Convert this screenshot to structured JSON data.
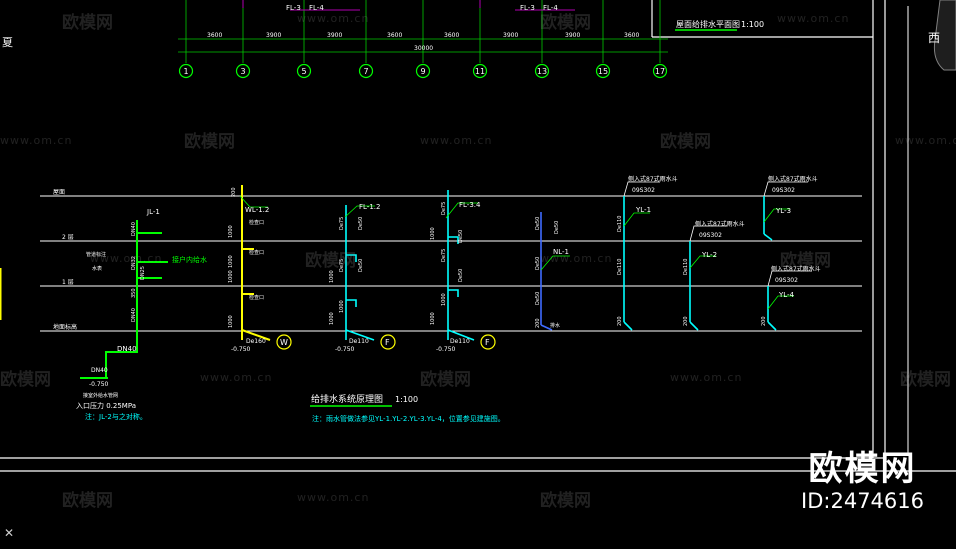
{
  "colors": {
    "background": "#000000",
    "grid_line": "#ffffff",
    "axis_green": "#00ff00",
    "dim_green": "#00c800",
    "pipe_yellow": "#ffff00",
    "pipe_cyan": "#00ffff",
    "pipe_blue": "#3f6bff",
    "label_cyan": "#00ffff",
    "title_white": "#ffffff"
  },
  "top_plan": {
    "tags": [
      "FL-3",
      "FL-4",
      "FL-3",
      "FL-4"
    ],
    "dims": [
      "3600",
      "3900",
      "3900",
      "3600",
      "3600",
      "3900",
      "3900",
      "3600"
    ],
    "total_dim": "30000",
    "axes": [
      "1",
      "3",
      "5",
      "7",
      "9",
      "11",
      "13",
      "15",
      "17"
    ],
    "title": "屋面给排水平面图",
    "scale": "1:100",
    "side_char": "西",
    "left_glyph": "夏"
  },
  "floors": [
    "屋面",
    "2 层",
    "1 层",
    "地面标高"
  ],
  "risers": {
    "jl1": {
      "tag": "JL-1",
      "labels": [
        "DN40",
        "DN32",
        "DN25",
        "350",
        "DN40"
      ],
      "branch_label": "接户内给水",
      "left_note": "管道标注",
      "meter": "水表"
    },
    "wl": {
      "tag": "WL-1.2",
      "labels": [
        "200",
        "1000",
        "1000",
        "1000",
        "1000"
      ],
      "notes": [
        "检查口",
        "检查口",
        "检查口"
      ],
      "bottom": "De160",
      "elev": "-0.750",
      "node": "W"
    },
    "fl12": {
      "tag": "FL-1.2",
      "labels": [
        "De75",
        "De50",
        "De50",
        "De75",
        "1000",
        "1000",
        "1000"
      ],
      "bottom": "De110",
      "elev": "-0.750",
      "node": "F"
    },
    "fl34": {
      "tag": "FL-3.4",
      "labels": [
        "De75",
        "De50",
        "De75",
        "De50",
        "1000",
        "1000",
        "1000"
      ],
      "bottom": "De110",
      "elev": "-0.750",
      "node": "F"
    },
    "nl": {
      "tag": "NL-1",
      "labels": [
        "De50",
        "De50",
        "De50",
        "De50",
        "200"
      ],
      "note": "排水"
    },
    "yl1": {
      "tag": "YL-1",
      "head": "侧入式87式雨水斗",
      "head2": "09S302",
      "labels": [
        "De110",
        "De110",
        "200"
      ]
    },
    "yl2": {
      "tag": "YL-2",
      "head": "侧入式87式雨水斗",
      "head2": "09S302",
      "labels": [
        "De110",
        "200"
      ]
    },
    "yl3": {
      "tag": "YL-3",
      "head": "侧入式87式雨水斗",
      "head2": "09S302"
    },
    "yl4": {
      "tag": "YL-4",
      "head": "侧入式87式雨水斗",
      "head2": "09S302",
      "labels": [
        "200"
      ]
    }
  },
  "lower_left": {
    "dn": [
      "DN40",
      "DN40"
    ],
    "elev": "-0.750",
    "inlet_note": "接室外给水管网",
    "pressure": "入口压力 0.25MPa",
    "note": "注：JL-2与之对称。"
  },
  "schematic": {
    "title": "给排水系统原理图",
    "scale": "1:100",
    "note": "注：雨水管做法参见YL-1.YL-2.YL-3.YL-4，位置参见建施图。"
  },
  "watermarks": {
    "cn": "欧模网",
    "url": "www.om.cn"
  },
  "brand": {
    "name": "欧模网",
    "id": "ID:2474616"
  },
  "corner_mark": "✕"
}
